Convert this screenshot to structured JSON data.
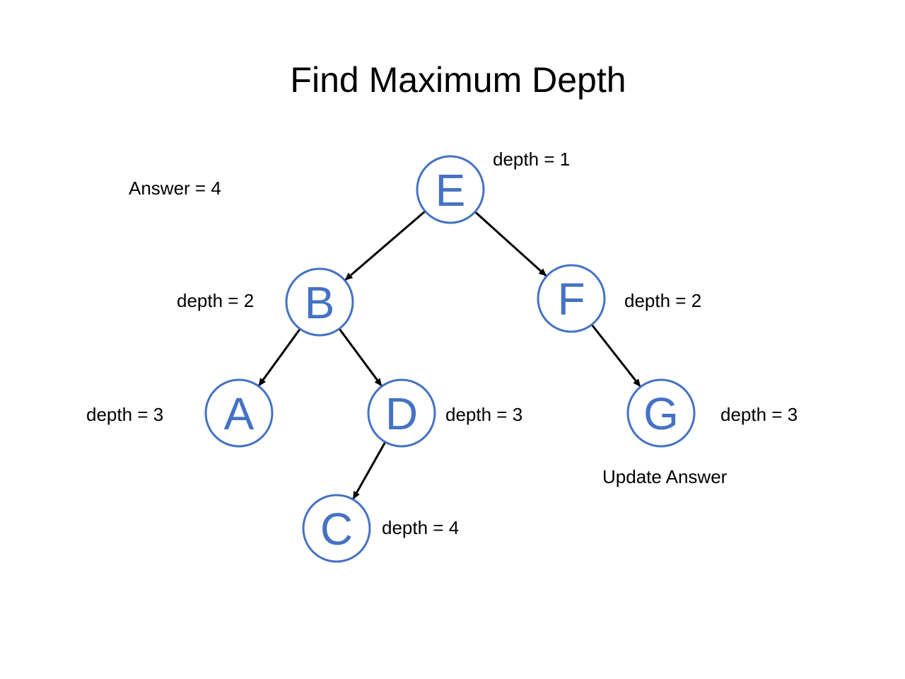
{
  "title": "Find Maximum Depth",
  "answer_label": "Answer = 4",
  "update_note": "Update Answer",
  "colors": {
    "node_stroke": "#4472C4",
    "node_text": "#4472C4",
    "edge": "#000000"
  },
  "nodes": [
    {
      "id": "E",
      "label": "E",
      "depth_label": "depth = 1"
    },
    {
      "id": "B",
      "label": "B",
      "depth_label": "depth = 2"
    },
    {
      "id": "F",
      "label": "F",
      "depth_label": "depth = 2"
    },
    {
      "id": "A",
      "label": "A",
      "depth_label": "depth = 3"
    },
    {
      "id": "D",
      "label": "D",
      "depth_label": "depth = 3"
    },
    {
      "id": "G",
      "label": "G",
      "depth_label": "depth = 3"
    },
    {
      "id": "C",
      "label": "C",
      "depth_label": "depth = 4"
    }
  ],
  "edges": [
    {
      "from": "E",
      "to": "B"
    },
    {
      "from": "E",
      "to": "F"
    },
    {
      "from": "B",
      "to": "A"
    },
    {
      "from": "B",
      "to": "D"
    },
    {
      "from": "F",
      "to": "G"
    },
    {
      "from": "D",
      "to": "C"
    }
  ]
}
